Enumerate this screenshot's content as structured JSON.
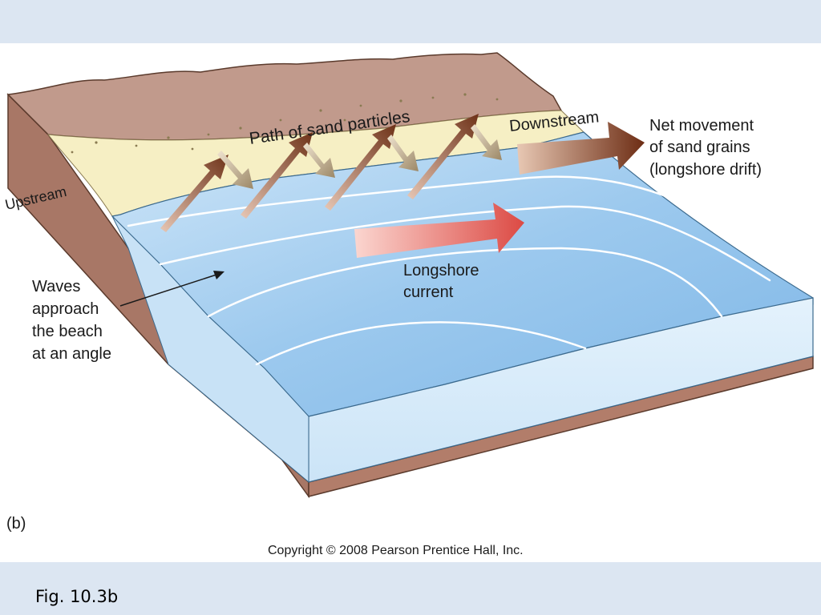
{
  "figure_caption": "Fig. 10.3b",
  "panel_label": "(b)",
  "copyright": "Copyright © 2008 Pearson Prentice Hall, Inc.",
  "labels": {
    "path_of_sand": "Path of sand particles",
    "downstream": "Downstream",
    "upstream": "Upstream",
    "net_movement_line1": "Net movement",
    "net_movement_line2": "of sand grains",
    "net_movement_line3": "(longshore drift)",
    "longshore_current_line1": "Longshore",
    "longshore_current_line2": "current",
    "waves_line1": "Waves",
    "waves_line2": "approach",
    "waves_line3": "the beach",
    "waves_line4": "at an angle"
  },
  "colors": {
    "band": "#dce6f2",
    "water": "#8fc3ec",
    "water_light": "#d6ebfa",
    "sand": "#f6efc4",
    "bedrock": "#b9897a",
    "earth_side": "#a87766",
    "current_arrow": "#e0504a",
    "drift_arrow": "#7a3b20"
  }
}
